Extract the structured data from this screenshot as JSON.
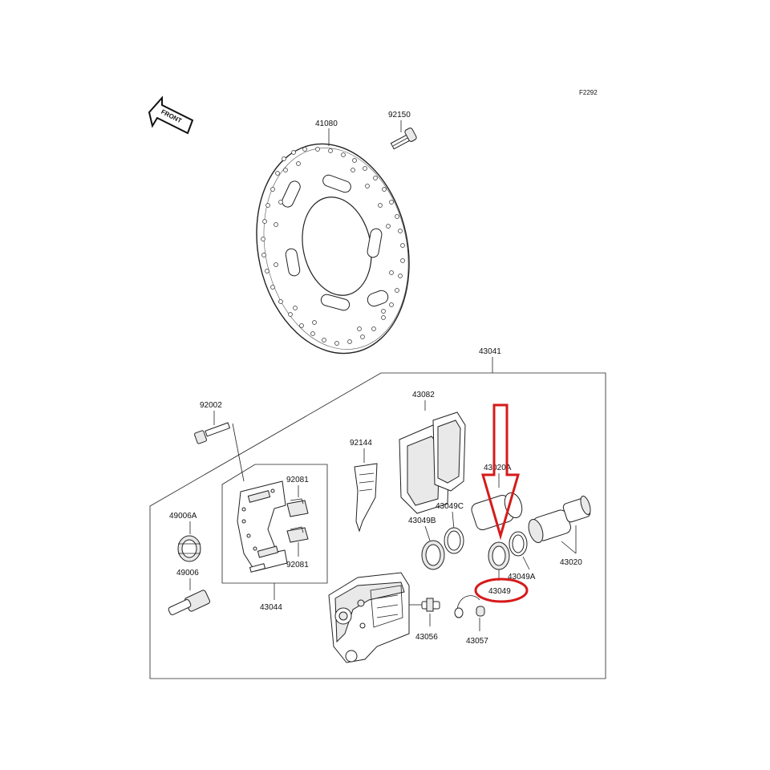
{
  "figure_code": "F2292",
  "front_label": "FRONT",
  "part_numbers": {
    "disc": "41080",
    "disc_bolt": "92150",
    "caliper_assy": "43041",
    "pad_set": "43082",
    "pad_spring": "92144",
    "piston_a": "43020A",
    "seal_c": "43049C",
    "seal_b": "43049B",
    "seal_a": "43049A",
    "piston": "43020",
    "seal": "43049",
    "bleeder": "43056",
    "cap": "43057",
    "bracket_bolt": "92002",
    "boot_a": "49006A",
    "pin": "49006",
    "bracket": "43044",
    "clip_upper": "92081",
    "clip_lower": "92081"
  },
  "highlight": {
    "part": "43049",
    "color": "#d61a1a"
  }
}
